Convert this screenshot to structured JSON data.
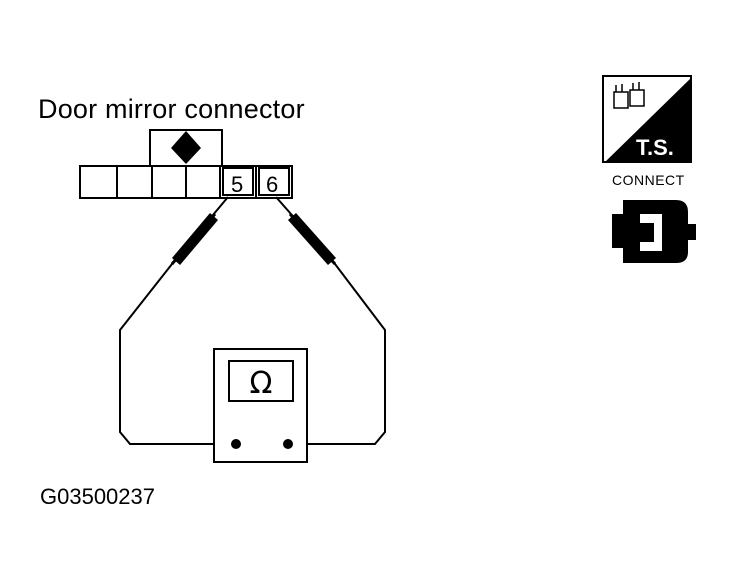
{
  "diagram": {
    "title": "Door mirror connector",
    "figure_id": "G03500237",
    "connector": {
      "pins": [
        {
          "label": "5"
        },
        {
          "label": "6"
        }
      ]
    },
    "meter": {
      "symbol": "Ω",
      "mode": "ohmmeter"
    },
    "badge": {
      "text": "T.S.",
      "connect_label": "CONNECT",
      "icon": "connector-connected-icon"
    }
  }
}
